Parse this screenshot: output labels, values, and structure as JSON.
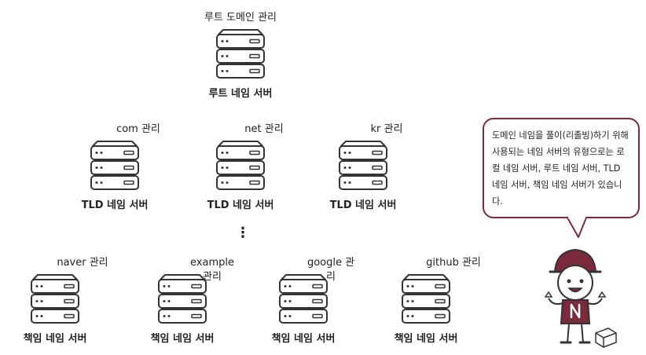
{
  "root": {
    "mgmt": "루트 도메인 관리",
    "label": "루트 네임 서버"
  },
  "tld": [
    {
      "mgmt": "com 관리",
      "label": "TLD 네임 서버"
    },
    {
      "mgmt": "net 관리",
      "label": "TLD 네임 서버"
    },
    {
      "mgmt": "kr 관리",
      "label": "TLD 네임 서버"
    }
  ],
  "ellipsis": "⋮",
  "authoritative": [
    {
      "mgmt": "naver 관리",
      "label": "책임 네임 서버"
    },
    {
      "mgmt": "example 관리",
      "label": "책임 네임 서버"
    },
    {
      "mgmt": "google 관리",
      "label": "책임 네임 서버"
    },
    {
      "mgmt": "github 관리",
      "label": "책임 네임 서버"
    }
  ],
  "speech": "도메인 네임을 풀이(리졸빙)하기 위해 사용되는 네임 서버의 유형으로는 로컬 네임 서버, 루트 네임 서버, TLD 네임 서버, 책임 네임 서버가 있습니다.",
  "colors": {
    "accent": "#7a2a3b",
    "line": "#333333"
  },
  "icons": {
    "server": "server-rack-icon",
    "character": "mascot-character"
  }
}
